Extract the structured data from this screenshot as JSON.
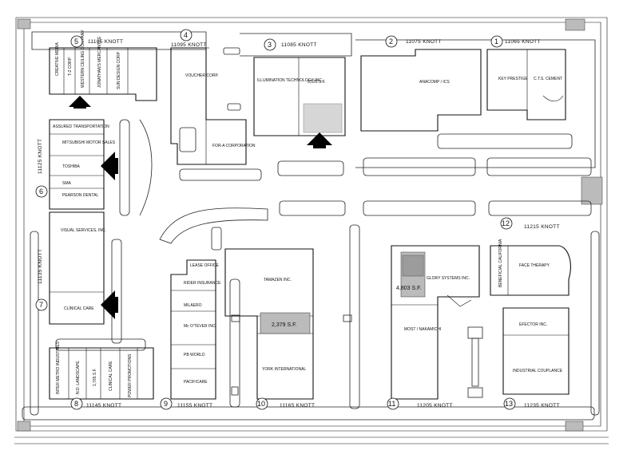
{
  "addresses": {
    "a1": "11065 KNOTT",
    "a2": "11075 KNOTT",
    "a3": "11085 KNOTT",
    "a4": "11095 KNOTT",
    "a5": "11105 KNOTT",
    "a6": "11125 KNOTT",
    "a7": "11135 KNOTT",
    "a8": "11145 KNOTT",
    "a9": "11155 KNOTT",
    "a10": "11165 KNOTT",
    "a11": "11205 KNOTT",
    "a12": "11215 KNOTT",
    "a13": "11235 KNOTT"
  },
  "building_numbers": [
    "1",
    "2",
    "3",
    "4",
    "5",
    "6",
    "7",
    "8",
    "9",
    "10",
    "11",
    "12",
    "13"
  ],
  "tenants": {
    "creative_media": "CREATIVE MEDIA",
    "t2_corp": "T-2 CORP",
    "western_ceiling": "WESTERN CEILING COMPANY",
    "jonathans": "JONATHAN'S MERCANTILE",
    "sun_design": "SUN DESIGN CORP",
    "voucher_corp": "VOUCHER CORP.",
    "forma_corp": "FOR-A CORPORATION",
    "illumination": "ILLUMINATION TECHNOLOGY INC.",
    "sf_9525": "9,525 S.F.",
    "anacomp": "ANACOMP / ICS",
    "key_prestige": "KEY PRESTIGE",
    "cts_cement": "C.T.S. CEMENT",
    "assured": "ASSURED TRANSPORTATION",
    "mitsubishi": "MITSUBISHI MOTOR SALES",
    "toshiba": "TOSHIBA",
    "sma": "SMA",
    "pearson": "PEARSON DENTAL",
    "visual_services": "VISUAL SERVICES, INC.",
    "clinical_care": "CLINICAL CARE",
    "inter_metro": "INTER METRO INDUSTRIES",
    "nd_landscape": "N.D. LANDSCAPE",
    "sf_1765": "1,765 S.F.",
    "clinical_care_b": "CLINICAL CARE",
    "power_promotions": "POWER PROMOTIONS",
    "lease_office": "LEASE OFFICE",
    "rider_insurance": "RIDER INSURANCE",
    "milaero": "MILAERO",
    "mcotever": "Mc O'TEVER INC.",
    "pb_world": "PB WORLD",
    "pacificare": "PACIFICARE",
    "tamazen": "TAMAZEN INC.",
    "sf_2379": "2,379 S.F.",
    "york": "YORK INTERNATIONAL",
    "glory": "GLORY SYSTEMS INC.",
    "sf_4803": "4,803 S.F.",
    "most_nakamichi": "MOST / NAKAMICHI",
    "beneficial": "BENEFICIAL CALIFORNIA",
    "face_therapy": "FACE THERAPY",
    "efector": "EFECTOR INC.",
    "industrial_coupling": "INDUSTRIAL COUPLANCE"
  }
}
